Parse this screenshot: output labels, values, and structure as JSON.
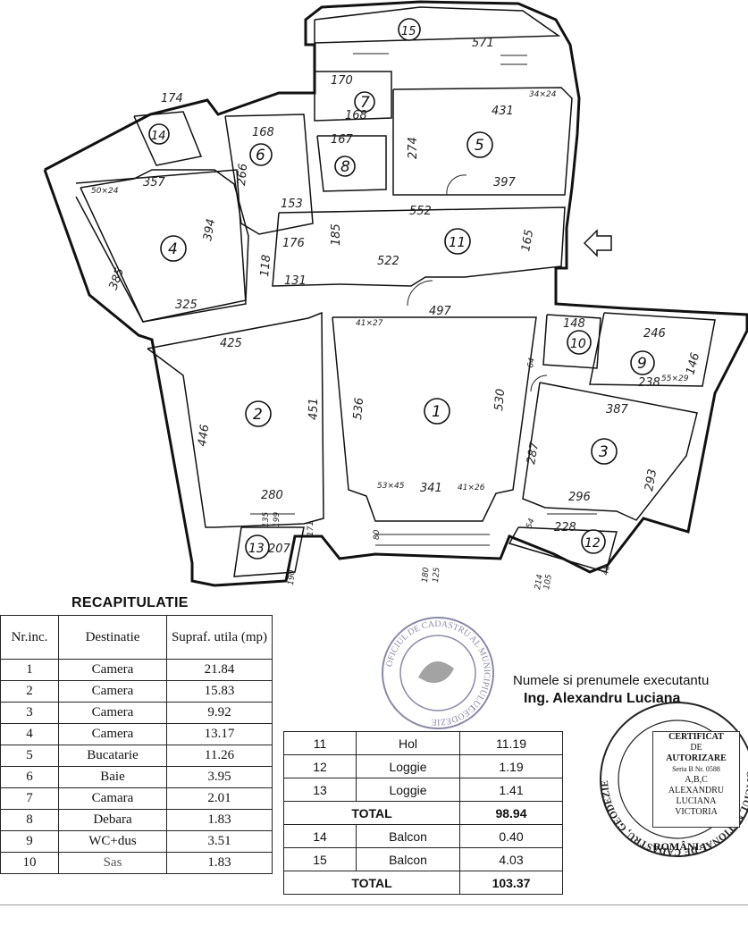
{
  "plan": {
    "rooms": [
      {
        "num": "1"
      },
      {
        "num": "2"
      },
      {
        "num": "3"
      },
      {
        "num": "4"
      },
      {
        "num": "5"
      },
      {
        "num": "6"
      },
      {
        "num": "7"
      },
      {
        "num": "8"
      },
      {
        "num": "9"
      },
      {
        "num": "10"
      },
      {
        "num": "11"
      },
      {
        "num": "12"
      },
      {
        "num": "13"
      },
      {
        "num": "14"
      },
      {
        "num": "15"
      }
    ],
    "dims": {
      "d174": "174",
      "d357": "357",
      "d394": "394",
      "d385": "385",
      "d325": "325",
      "d425": "425",
      "d446": "446",
      "d451": "451",
      "d280": "280",
      "d207": "207",
      "d536": "536",
      "d530": "530",
      "d341": "341",
      "d497": "497",
      "d522": "522",
      "d552": "552",
      "d431": "431",
      "d274": "274",
      "d397": "397",
      "d571": "571",
      "d170": "170",
      "d168a": "168",
      "d266": "266",
      "d168b": "168",
      "d153": "153",
      "d176": "176",
      "d185": "185",
      "d131": "131",
      "d165": "165",
      "d387": "387",
      "d287": "287",
      "d293": "293",
      "d296": "296",
      "d228": "228",
      "d238": "238",
      "d246": "246",
      "d148": "148",
      "d167": "167",
      "d118": "118",
      "d146": "146",
      "d41x27": "41×27",
      "d53x45": "53×45",
      "d41x26": "41×26",
      "d50x24": "50×24",
      "d34x24": "34×24",
      "d55x29": "55×29",
      "d135": "135",
      "d199": "199",
      "d171": "171",
      "d80": "80",
      "d180": "180",
      "d125": "125",
      "d190": "190",
      "d54": "54",
      "d48": "48",
      "d214": "214",
      "d105": "105",
      "d64": "64"
    }
  },
  "recap": {
    "title": "RECAPITULATIE",
    "headers": [
      "Nr.inc.",
      "Destinatie",
      "Supraf. utila (mp)"
    ],
    "rows": [
      {
        "nr": "1",
        "dest": "Camera",
        "area": "21.84"
      },
      {
        "nr": "2",
        "dest": "Camera",
        "area": "15.83"
      },
      {
        "nr": "3",
        "dest": "Camera",
        "area": "9.92"
      },
      {
        "nr": "4",
        "dest": "Camera",
        "area": "13.17"
      },
      {
        "nr": "5",
        "dest": "Bucatarie",
        "area": "11.26"
      },
      {
        "nr": "6",
        "dest": "Baie",
        "area": "3.95"
      },
      {
        "nr": "7",
        "dest": "Camara",
        "area": "2.01"
      },
      {
        "nr": "8",
        "dest": "Debara",
        "area": "1.83"
      },
      {
        "nr": "9",
        "dest": "WC+dus",
        "area": "3.51"
      },
      {
        "nr": "10",
        "dest": "Sas",
        "area": "1.83"
      }
    ],
    "rows2": [
      {
        "nr": "11",
        "dest": "Hol",
        "area": "11.19"
      },
      {
        "nr": "12",
        "dest": "Loggie",
        "area": "1.19"
      },
      {
        "nr": "13",
        "dest": "Loggie",
        "area": "1.41"
      }
    ],
    "total1_label": "TOTAL",
    "total1_value": "98.94",
    "rows3": [
      {
        "nr": "14",
        "dest": "Balcon",
        "area": "0.40"
      },
      {
        "nr": "15",
        "dest": "Balcon",
        "area": "4.03"
      }
    ],
    "total2_label": "TOTAL",
    "total2_value": "103.37"
  },
  "executant": {
    "label": "Numele si prenumele executantu",
    "name": "Ing. Alexandru Luciana"
  },
  "stamp_left": {
    "ring_top": "OFICIUL DE CADASTRU AL MUNICIPIULUI",
    "ring_side": "GEODEZIE"
  },
  "stamp_right": {
    "ring": "OFICIUL NATIONAL DE CADASTRU, GEODEZIE",
    "l1": "CERTIFICAT",
    "l2": "DE",
    "l3": "AUTORIZARE",
    "l4": "Seria B Nr. 0588",
    "l5": "A,B,C",
    "l6": "ALEXANDRU",
    "l7": "LUCIANA",
    "l8": "VICTORIA",
    "country": "ROMÂNIA"
  }
}
